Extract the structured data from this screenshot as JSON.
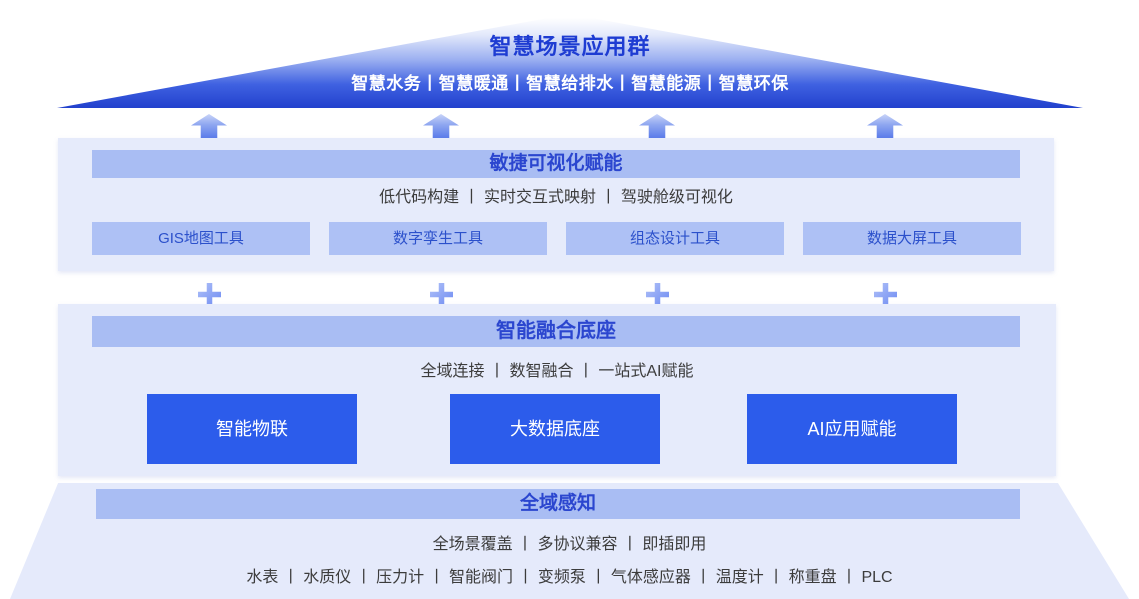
{
  "roof": {
    "title": "智慧场景应用群",
    "applications": [
      "智慧水务",
      "智慧暖通",
      "智慧给排水",
      "智慧能源",
      "智慧环保"
    ],
    "separator": "丨"
  },
  "visualization": {
    "title": "敏捷可视化赋能",
    "features": [
      "低代码构建",
      "实时交互式映射",
      "驾驶舱级可视化"
    ],
    "separator": " 丨 ",
    "tools": [
      "GIS地图工具",
      "数字孪生工具",
      "组态设计工具",
      "数据大屏工具"
    ]
  },
  "fusion": {
    "title": "智能融合底座",
    "features": [
      "全域连接",
      "数智融合",
      "一站式AI赋能"
    ],
    "separator": " 丨 ",
    "modules": [
      "智能物联",
      "大数据底座",
      "AI应用赋能"
    ]
  },
  "perception": {
    "title": "全域感知",
    "features": [
      "全场景覆盖",
      "多协议兼容",
      "即插即用"
    ],
    "separator": " 丨 ",
    "devices": [
      "水表",
      "水质仪",
      "压力计",
      "智能阀门",
      "变频泵",
      "气体感应器",
      "温度计",
      "称重盘",
      "PLC"
    ]
  },
  "colors": {
    "roof_deep_blue": "#2241cd",
    "panel_bg": "#e6ebfb",
    "bar_bg": "#a9bdf3",
    "tool_box_bg": "#aec1f5",
    "module_box_bg": "#2c5ceb",
    "heading_text": "#2b46cf",
    "roof_title_text": "#1e3cd2",
    "body_text": "#3c3c3c"
  }
}
